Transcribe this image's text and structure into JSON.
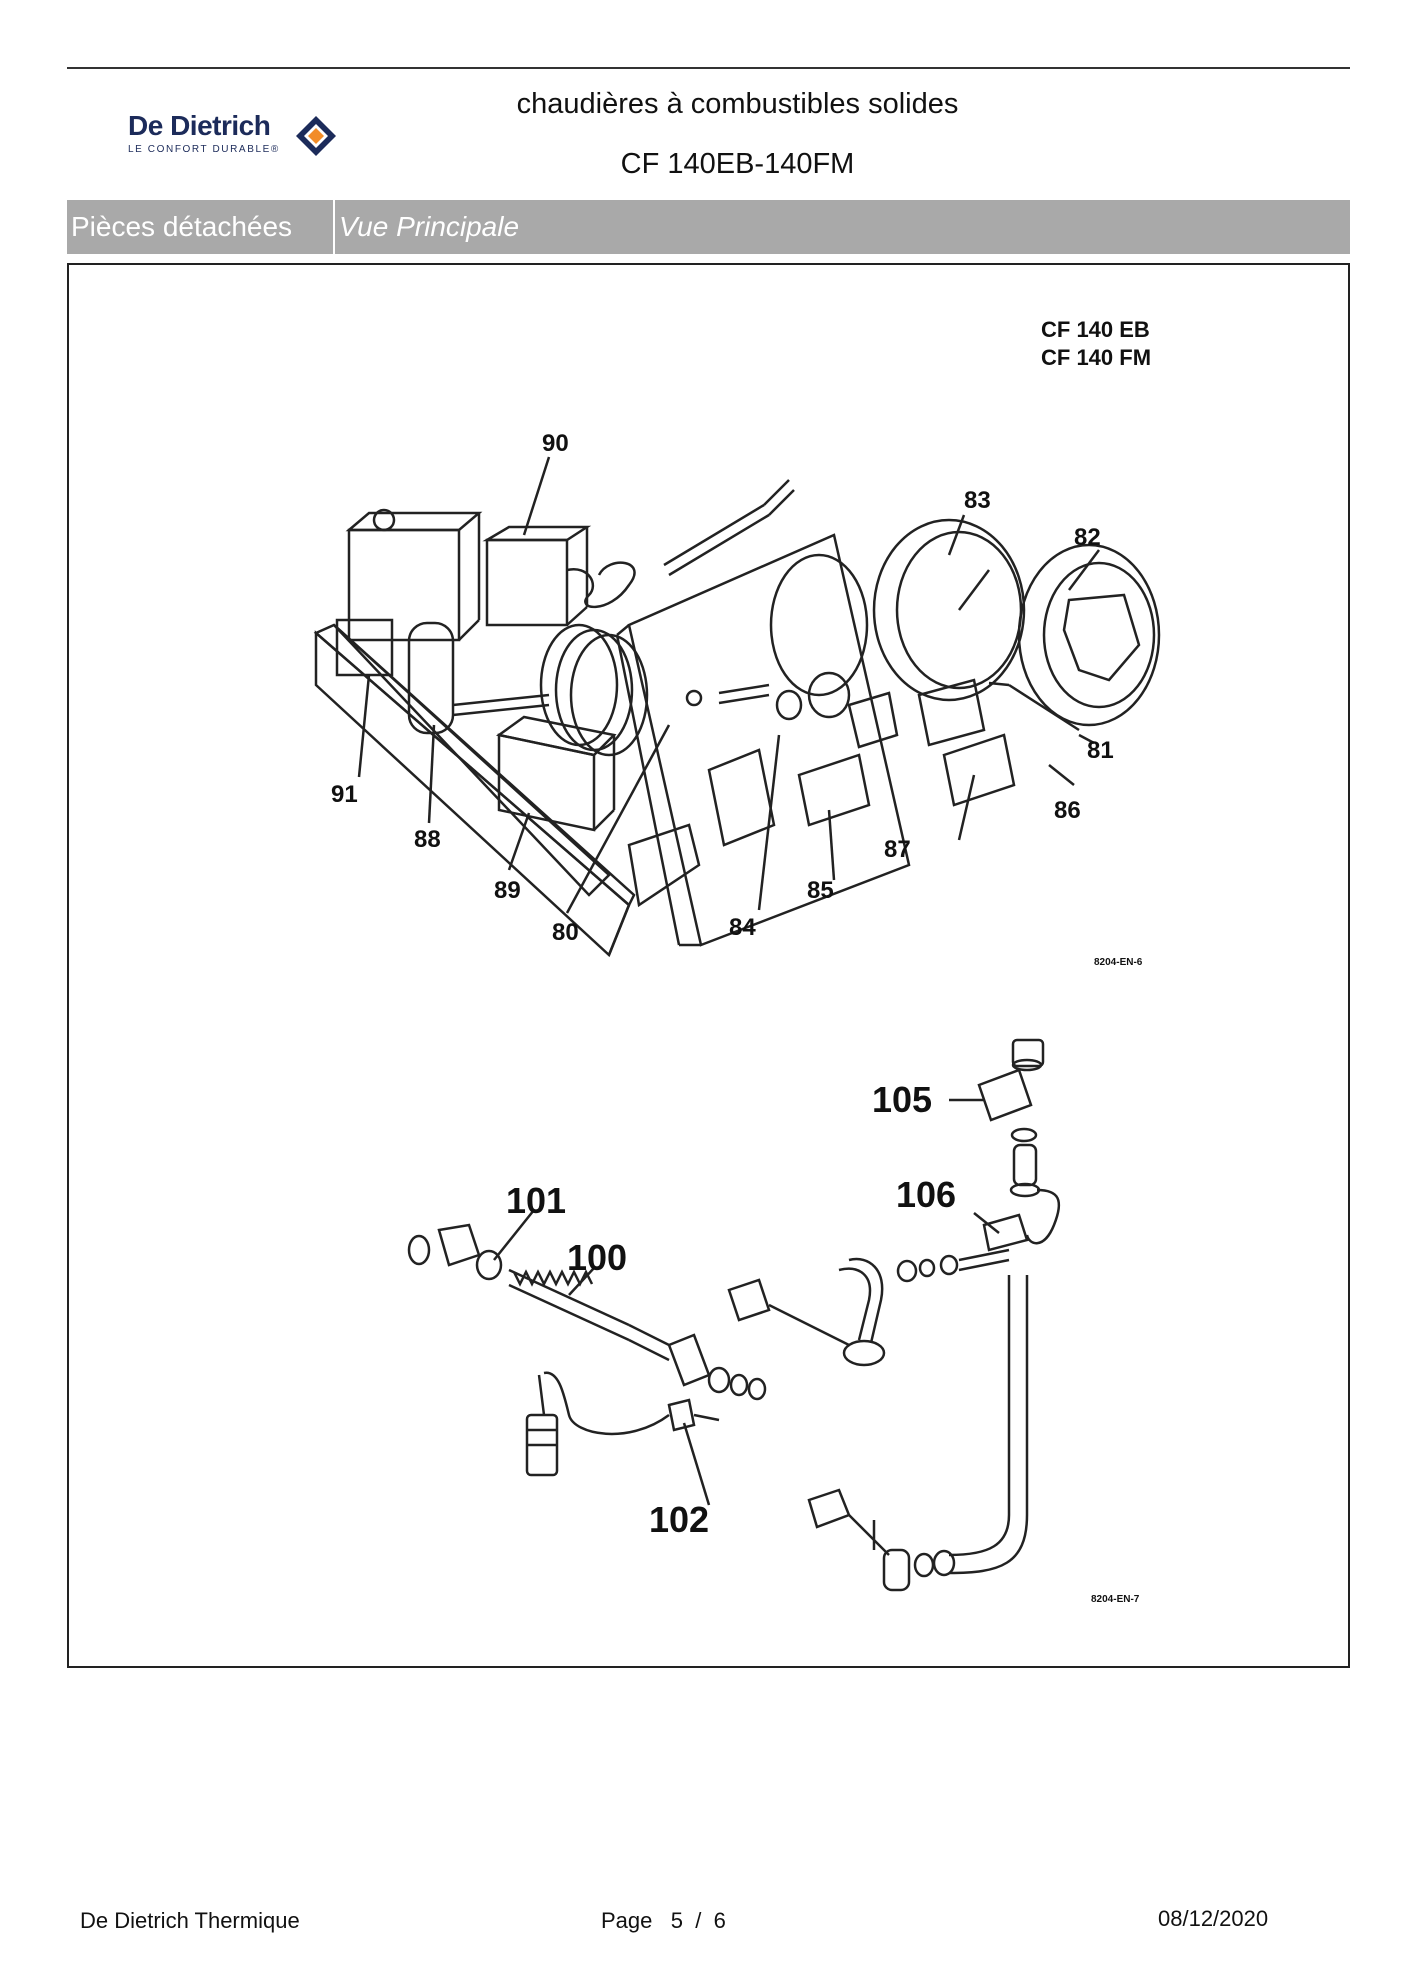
{
  "header": {
    "brand_name": "De Dietrich",
    "brand_tagline": "LE CONFORT DURABLE®",
    "title": "chaudières à combustibles solides",
    "model": "CF 140EB-140FM"
  },
  "section": {
    "category": "Pièces détachées",
    "view": "Vue Principale"
  },
  "drawing": {
    "model_labels": [
      "CF 140 EB",
      "CF 140 FM"
    ],
    "top_ref": "8204-EN-6",
    "bottom_ref": "8204-EN-7",
    "parts_top": [
      "90",
      "83",
      "82",
      "81",
      "86",
      "87",
      "85",
      "84",
      "80",
      "89",
      "88",
      "91"
    ],
    "parts_bottom": [
      "105",
      "106",
      "101",
      "100",
      "102"
    ]
  },
  "footer": {
    "company": "De Dietrich Thermique",
    "page_label": "Page",
    "page_current": "5",
    "page_sep": "/",
    "page_total": "6",
    "date": "08/12/2020"
  },
  "colors": {
    "brand": "#1c2b5a",
    "brand_accent": "#f28c28",
    "section_bar": "#a9a9a9"
  }
}
